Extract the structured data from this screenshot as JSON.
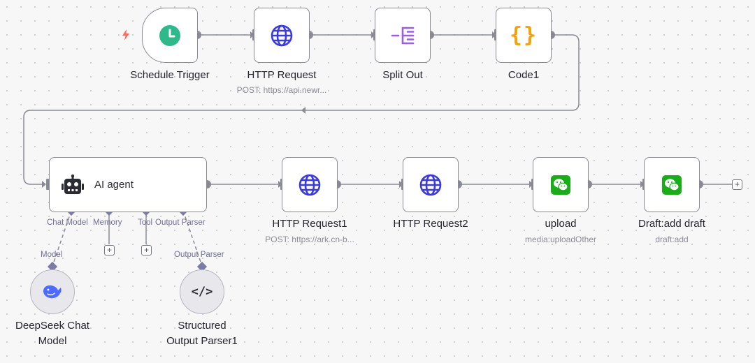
{
  "nodes": {
    "schedule_trigger": {
      "label": "Schedule Trigger"
    },
    "http_request": {
      "label": "HTTP Request",
      "subtitle": "POST: https://api.newr..."
    },
    "split_out": {
      "label": "Split Out"
    },
    "code1": {
      "label": "Code1",
      "icon_text": "{}"
    },
    "ai_agent": {
      "label": "AI agent"
    },
    "http_request1": {
      "label": "HTTP Request1",
      "subtitle": "POST: https://ark.cn-b..."
    },
    "http_request2": {
      "label": "HTTP Request2"
    },
    "upload": {
      "label": "upload",
      "subtitle": "media:uploadOther"
    },
    "draft_add": {
      "label": "Draft:add draft",
      "subtitle": "draft:add"
    },
    "deepseek": {
      "label_line1": "DeepSeek Chat",
      "label_line2": "Model"
    },
    "parser": {
      "label_line1": "Structured",
      "label_line2": "Output Parser1",
      "icon_text": "</>"
    }
  },
  "ports": {
    "chat_model": "Chat Model",
    "memory": "Memory",
    "tool": "Tool",
    "output_parser": "Output Parser",
    "model_in": "Model",
    "output_parser_in": "Output Parser"
  },
  "colors": {
    "accent_trigger": "#ff6d5a",
    "clock_green": "#2fb98a",
    "globe_blue": "#3b3bdb",
    "split_purple": "#9b5de5",
    "code_orange": "#f2a20c",
    "wechat_green": "#1aad19",
    "deepseek_blue": "#4d6bfe",
    "wire": "#8a8a94",
    "port_purple": "#7b7ba6"
  },
  "icons": {
    "trigger": "lightning-icon",
    "schedule": "clock-icon",
    "http": "globe-icon",
    "split": "split-out-icon",
    "code": "code-braces-icon",
    "agent": "robot-icon",
    "wechat": "wechat-icon",
    "deepseek": "deepseek-whale-icon",
    "parser": "code-tag-icon",
    "add": "plus-icon"
  }
}
